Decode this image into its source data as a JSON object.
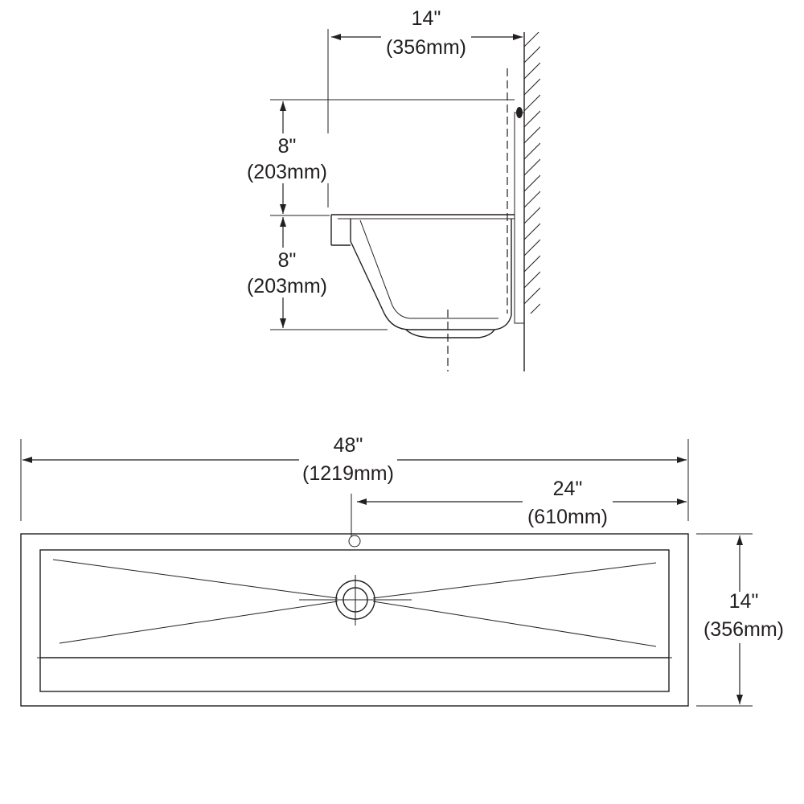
{
  "side_view": {
    "depth_top": {
      "inches": "14\"",
      "mm": "(356mm)"
    },
    "height_upper": {
      "inches": "8\"",
      "mm": "(203mm)"
    },
    "height_lower": {
      "inches": "8\"",
      "mm": "(203mm)"
    }
  },
  "top_view": {
    "overall_length": {
      "inches": "48\"",
      "mm": "(1219mm)"
    },
    "drain_offset": {
      "inches": "24\"",
      "mm": "(610mm)"
    },
    "overall_depth": {
      "inches": "14\"",
      "mm": "(356mm)"
    }
  }
}
